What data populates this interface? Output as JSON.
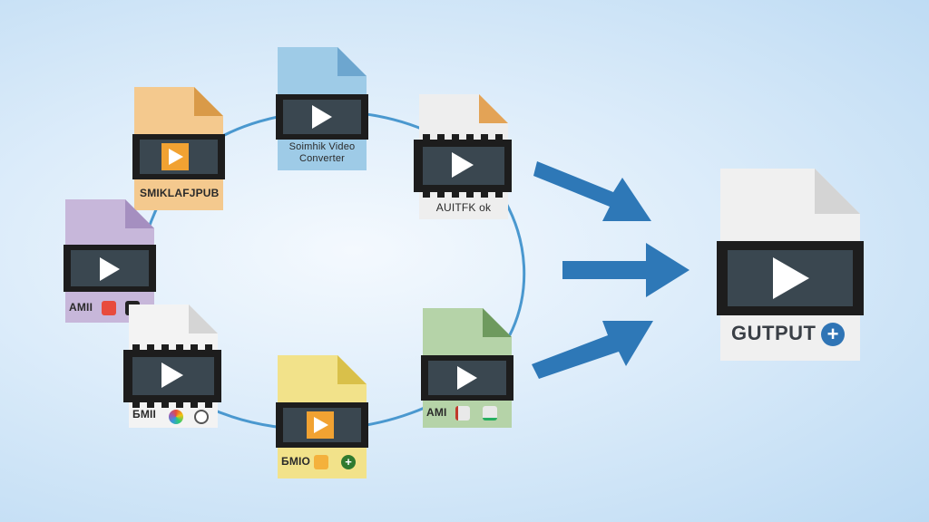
{
  "diagram": {
    "inputs": [
      {
        "id": "top-left",
        "caption": "SMIKLAFJPUB",
        "color": "#f4c98e",
        "fold": "#d99a48"
      },
      {
        "id": "top-center",
        "caption": "Soimhik Video\nConverter",
        "color": "#9ecbe7",
        "fold": "#6da6cf"
      },
      {
        "id": "top-right",
        "caption": "AUITFK ok",
        "color": "#eeeeee",
        "fold": "#e3a356"
      },
      {
        "id": "left",
        "caption": "AMII",
        "color": "#c7b7da",
        "fold": "#a58fc0"
      },
      {
        "id": "bottom-left",
        "caption": "БMII",
        "color": "#f3f3f3",
        "fold": "#d5d5d5"
      },
      {
        "id": "bottom-center",
        "caption": "БMIO",
        "color": "#f2e28a",
        "fold": "#d9c04a"
      },
      {
        "id": "bottom-right",
        "caption": "AMI",
        "color": "#b5d3a8",
        "fold": "#6e9a5e"
      }
    ],
    "output": {
      "caption": "GUTPUT",
      "color": "#f0f0f0",
      "fold": "#d4d4d4"
    },
    "arrow_color": "#2e78b7",
    "ring_color": "#4a98cf"
  }
}
